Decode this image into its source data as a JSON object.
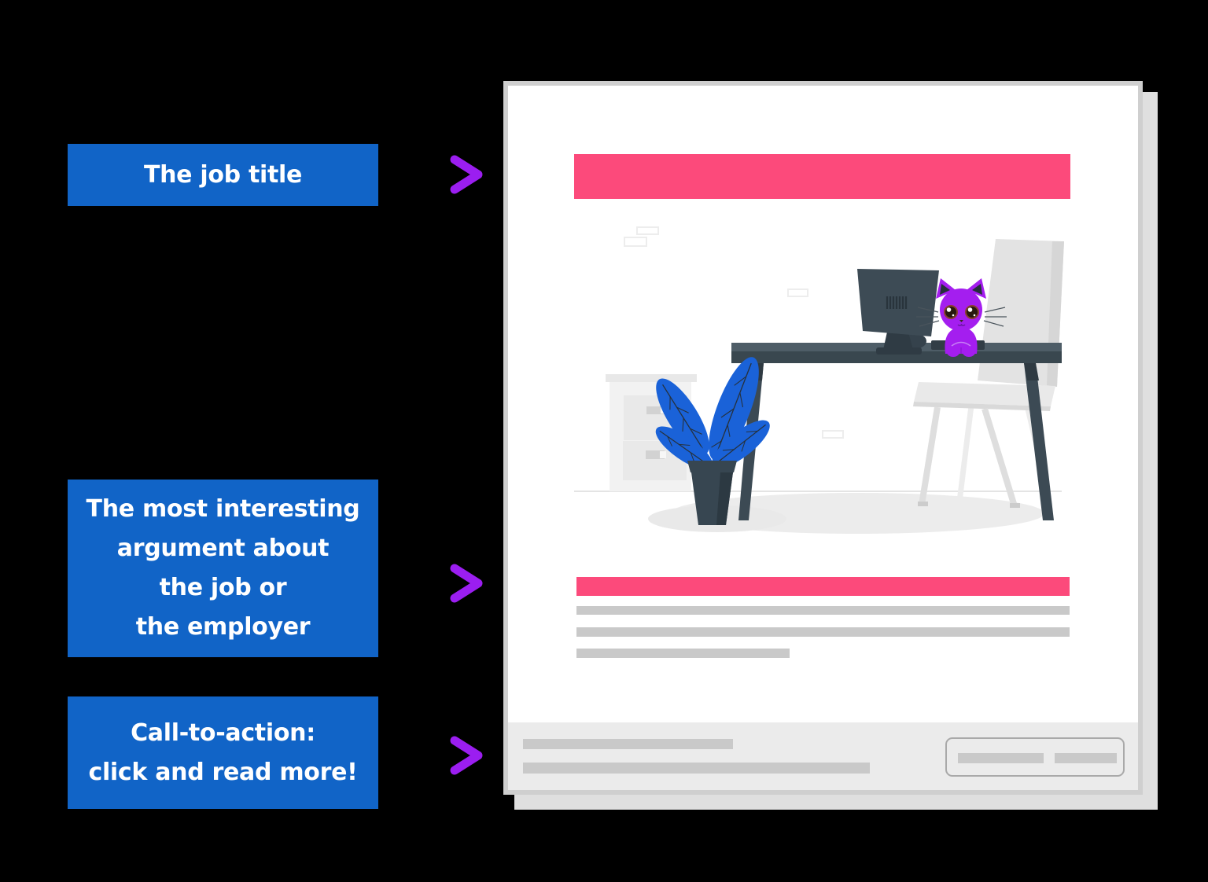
{
  "diagram": {
    "labels": {
      "job_title": {
        "text": "The job title"
      },
      "argument": {
        "lines": [
          "The most interesting",
          "argument about",
          "the job or",
          "the employer"
        ]
      },
      "cta": {
        "lines": [
          "Call-to-action:",
          "click and read more!"
        ]
      }
    },
    "card": {
      "title_bar_placeholder": "",
      "subtitle_bar_placeholder": "",
      "body_placeholder_lines": 3,
      "footer_placeholder_lines": 2,
      "button_placeholder_bars": 2
    },
    "colors": {
      "background": "#000000",
      "label_bg": "#1164c7",
      "label_text": "#ffffff",
      "arrow_gradient_start": "#f2537b",
      "arrow_gradient_end": "#a826f1",
      "arrow_head": "#9b1ef0",
      "accent_pink": "#fc4a7b",
      "placeholder_gray": "#c9c9c9",
      "card_bg": "#ffffff",
      "card_border": "#cfcfcf",
      "card_shadow": "#dfdfdf",
      "footer_bg": "#ebebeb",
      "button_border": "#a9a9a9",
      "illustration_slate": "#3d4b55",
      "illustration_blue": "#1a62d8",
      "cat_purple": "#a41eef",
      "chair_gray": "#e3e3e3"
    }
  }
}
